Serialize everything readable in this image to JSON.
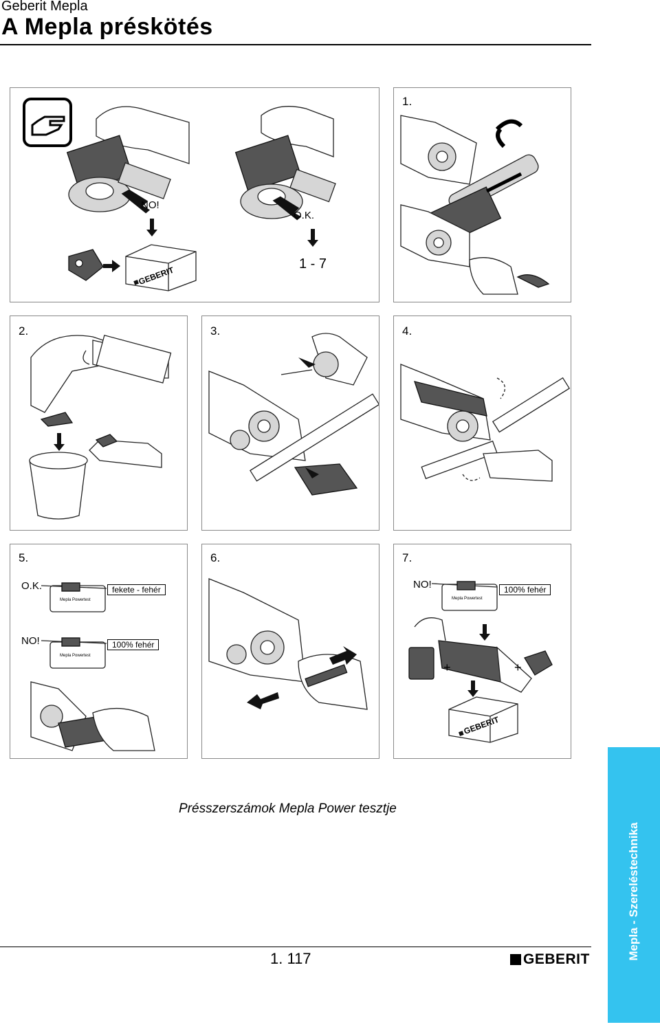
{
  "header": {
    "brand": "Geberit Mepla",
    "title": "A Mepla préskötés"
  },
  "panels": {
    "p0": {
      "no": "NO!",
      "ok": "O.K.",
      "range": "1 - 7",
      "logo": "GEBERIT"
    },
    "p1": {
      "step": "1."
    },
    "p2": {
      "step": "2."
    },
    "p3": {
      "step": "3."
    },
    "p4": {
      "step": "4."
    },
    "p5": {
      "step": "5.",
      "ok": "O.K.",
      "no": "NO!",
      "tag_ok": "fekete - fehér",
      "tag_no": "100% fehér",
      "card": "Mepla Powertest"
    },
    "p6": {
      "step": "6."
    },
    "p7": {
      "step": "7.",
      "no": "NO!",
      "tag": "100% fehér",
      "card": "Mepla Powertest",
      "logo": "GEBERIT"
    }
  },
  "caption": "Présszerszámok Mepla Power tesztje",
  "sidebar": {
    "text": "Mepla - Szereléstechnika",
    "color": "#34c3ef"
  },
  "footer": {
    "page_number": "1. 117",
    "logo": "GEBERIT"
  },
  "icons": [
    "pointing-hand-icon",
    "rotate-arrows-icon",
    "down-arrow-icon",
    "right-arrow-icon"
  ]
}
